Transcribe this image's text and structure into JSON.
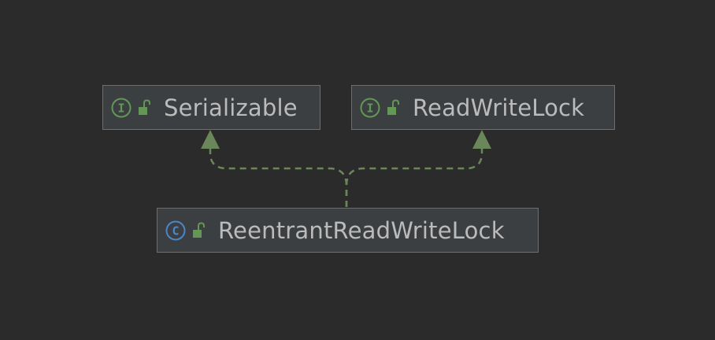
{
  "diagram": {
    "background_color": "#2b2b2b",
    "node_fill": "#3c3f41",
    "node_border": "#6e6e6e",
    "label_color": "#bbbbbb",
    "edge_color": "#6a8759",
    "edge_style": "dashed",
    "arrowhead": "filled-triangle",
    "nodes": [
      {
        "id": "serializable",
        "label": "Serializable",
        "kind": "interface",
        "kind_icon": "interface-icon",
        "kind_glyph": "I",
        "kind_color": "#629755",
        "visibility_icon": "unlocked-icon"
      },
      {
        "id": "readwritelock",
        "label": "ReadWriteLock",
        "kind": "interface",
        "kind_icon": "interface-icon",
        "kind_glyph": "I",
        "kind_color": "#629755",
        "visibility_icon": "unlocked-icon"
      },
      {
        "id": "reentrantreadwritelock",
        "label": "ReentrantReadWriteLock",
        "kind": "class",
        "kind_icon": "class-icon",
        "kind_glyph": "C",
        "kind_color": "#4a86c8",
        "visibility_icon": "unlocked-icon"
      }
    ],
    "edges": [
      {
        "from": "reentrantreadwritelock",
        "to": "serializable",
        "type": "implements"
      },
      {
        "from": "reentrantreadwritelock",
        "to": "readwritelock",
        "type": "implements"
      }
    ]
  }
}
